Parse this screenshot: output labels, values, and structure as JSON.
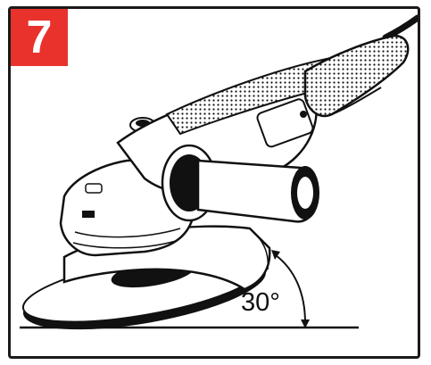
{
  "step": {
    "number": "7",
    "badge_color": "#e8322b"
  },
  "illustration": {
    "subject": "angle-grinder-icon",
    "angle_label": "30°",
    "angle_degrees": 30
  }
}
